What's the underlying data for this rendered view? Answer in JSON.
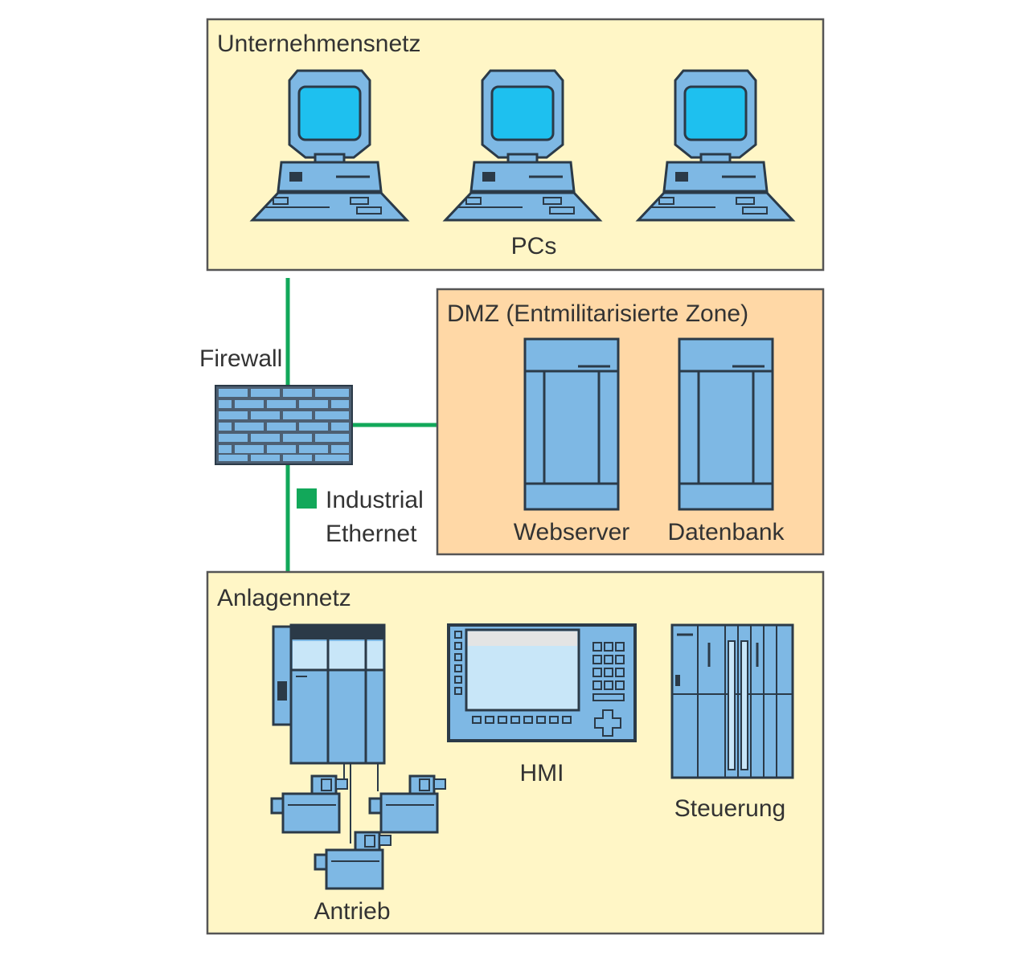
{
  "zones": {
    "corporate": {
      "title": "Unternehmensnetz",
      "caption": "PCs"
    },
    "dmz": {
      "title": "DMZ (Entmilitarisierte Zone)",
      "server1": "Webserver",
      "server2": "Datenbank"
    },
    "plant": {
      "title": "Anlagennetz",
      "drive": "Antrieb",
      "hmi": "HMI",
      "controller": "Steuerung"
    }
  },
  "firewall": {
    "label": "Firewall"
  },
  "legend": {
    "line1": "Industrial",
    "line2": "Ethernet"
  },
  "colors": {
    "zone_fill": "#fff6c6",
    "dmz_fill": "#ffd8a6",
    "device_blue": "#7eb8e4",
    "screen_cyan": "#1ec0ef",
    "ethernet_green": "#12a85a",
    "outline": "#2b3a48"
  },
  "icons": [
    "desktop-pc-icon",
    "brick-firewall-icon",
    "server-tower-icon",
    "drive-cabinet-icon",
    "servo-motor-icon",
    "hmi-panel-icon",
    "plc-controller-icon"
  ]
}
